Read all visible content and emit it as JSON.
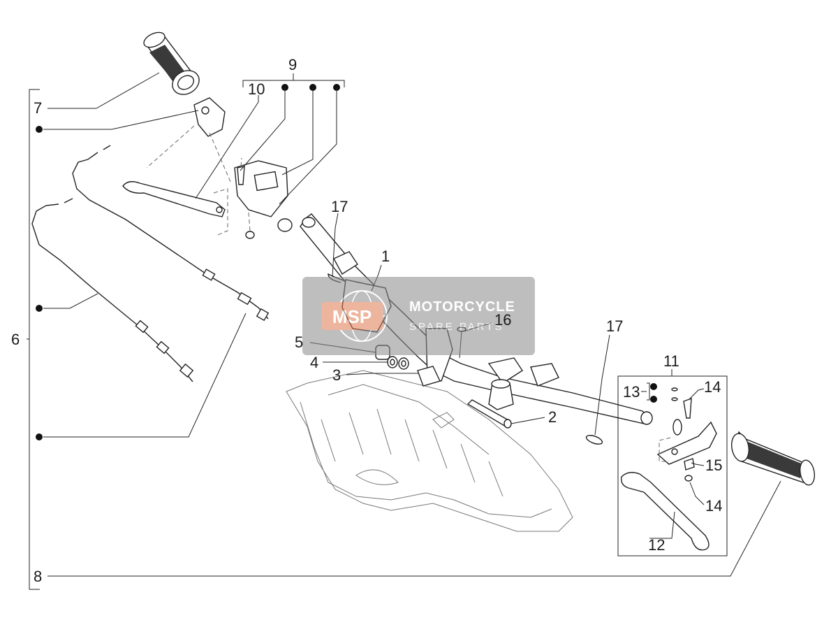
{
  "callouts": {
    "c1": "1",
    "c2": "2",
    "c3": "3",
    "c4": "4",
    "c5": "5",
    "c6": "6",
    "c7": "7",
    "c8": "8",
    "c9": "9",
    "c10": "10",
    "c11": "11",
    "c12": "12",
    "c13": "13",
    "c14a": "14",
    "c14b": "14",
    "c15": "15",
    "c16": "16",
    "c17a": "17",
    "c17b": "17"
  },
  "watermark": {
    "logo_text": "MSP",
    "title": "MOTORCYCLE",
    "subtitle": "SPARE PARTS",
    "bg_color": "#8a8a8a",
    "logo_color": "#e07a50"
  },
  "colors": {
    "line": "#222222",
    "ghost": "#777777"
  }
}
